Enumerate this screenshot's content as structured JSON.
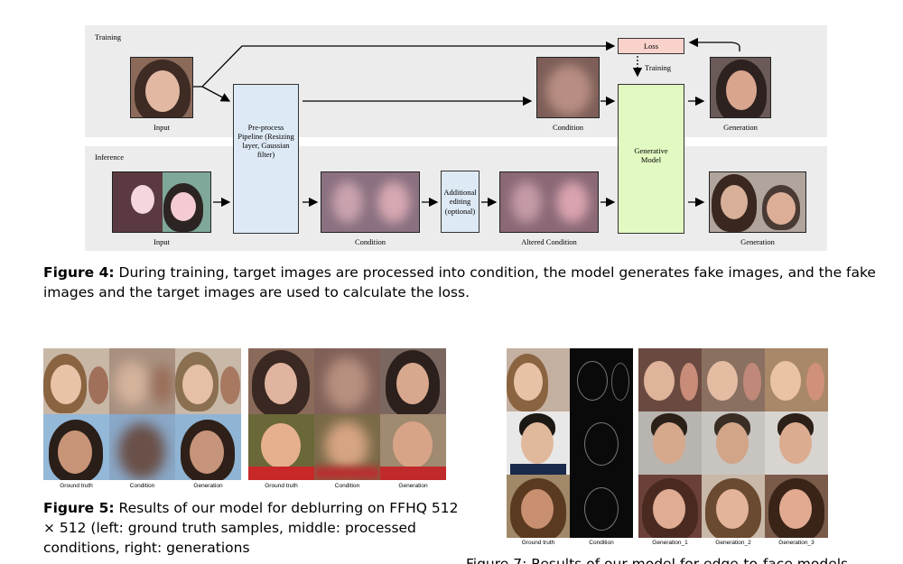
{
  "fig4": {
    "training_label": "Training",
    "inference_label": "Inference",
    "loss_label": "Loss",
    "training_arrow_label": "Training",
    "preprocess_label": "Pre-process Pipeline (Resizing layer, Gaussian filter)",
    "generative_label": "Generative Model",
    "additional_label": "Additional editing (optional)",
    "train_captions": {
      "input": "Input",
      "condition": "Condition",
      "generation": "Generation"
    },
    "infer_captions": {
      "input": "Input",
      "condition": "Condition",
      "altered": "Altered Condition",
      "generation": "Generation"
    },
    "caption_bold": "Figure 4:",
    "caption_text": " During training, target images are processed into condition, the model generates fake images, and the fake images and the target images are used to calculate the loss."
  },
  "fig5": {
    "col_captions_left": [
      "Ground truth",
      "Condition",
      "Generation"
    ],
    "col_captions_right": [
      "Ground truth",
      "Condition",
      "Generation"
    ],
    "caption_bold": "Figure 5:",
    "caption_text": " Results of our model for deblurring on FFHQ 512 × 512 (left: ground truth samples, middle: processed conditions, right: generations"
  },
  "fig_right": {
    "col_captions": [
      "Ground truth",
      "Condition",
      "Generation_1",
      "Generation_2",
      "Generation_3"
    ],
    "caption_partial": "Figure 7: Results of our model for edge-to-face models"
  }
}
